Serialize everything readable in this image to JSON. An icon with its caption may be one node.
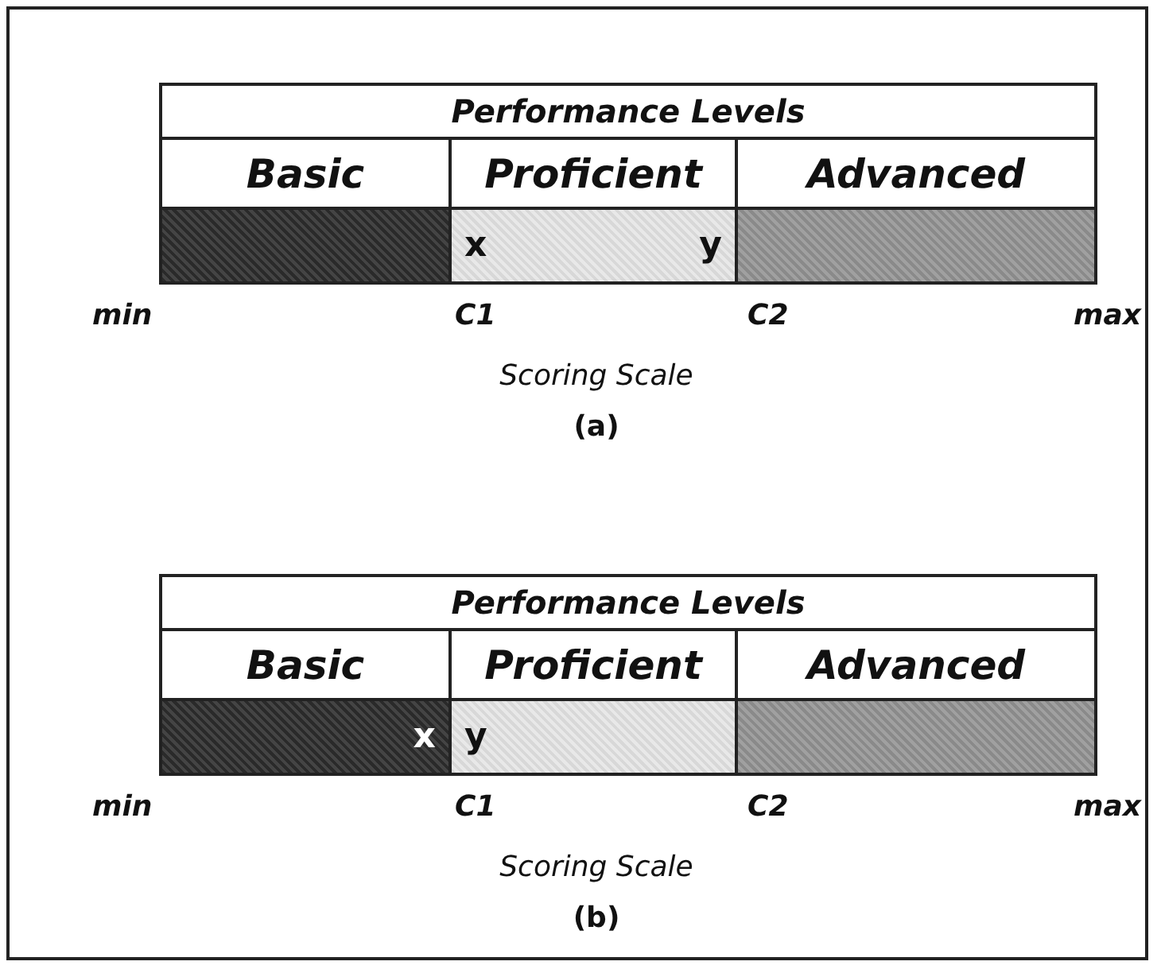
{
  "diagram": {
    "nodes": [
      {
        "text": [
          "Performance Levels"
        ]
      },
      {
        "text": [
          "Basic"
        ]
      },
      {
        "text": [
          "Proficient"
        ]
      },
      {
        "text": [
          "Advanced"
        ]
      },
      {
        "text": [],
        "shape": "bar"
      },
      {
        "text": [
          "x",
          "y"
        ]
      },
      {
        "text": [],
        "shape": "bar"
      },
      {
        "text": [
          "Performance Levels"
        ]
      },
      {
        "text": [
          "Basic"
        ]
      },
      {
        "text": [
          "Proficient"
        ]
      },
      {
        "text": [
          "Advanced"
        ]
      },
      {
        "text": [
          "x"
        ]
      },
      {
        "text": [
          "y"
        ]
      },
      {
        "text": [],
        "shape": "bar"
      }
    ],
    "labels": [
      "min",
      "C1",
      "C2",
      "max",
      "Scoring Scale",
      "(a)",
      "min",
      "C1",
      "C2",
      "max",
      "Scoring Scale",
      "(b)"
    ]
  }
}
